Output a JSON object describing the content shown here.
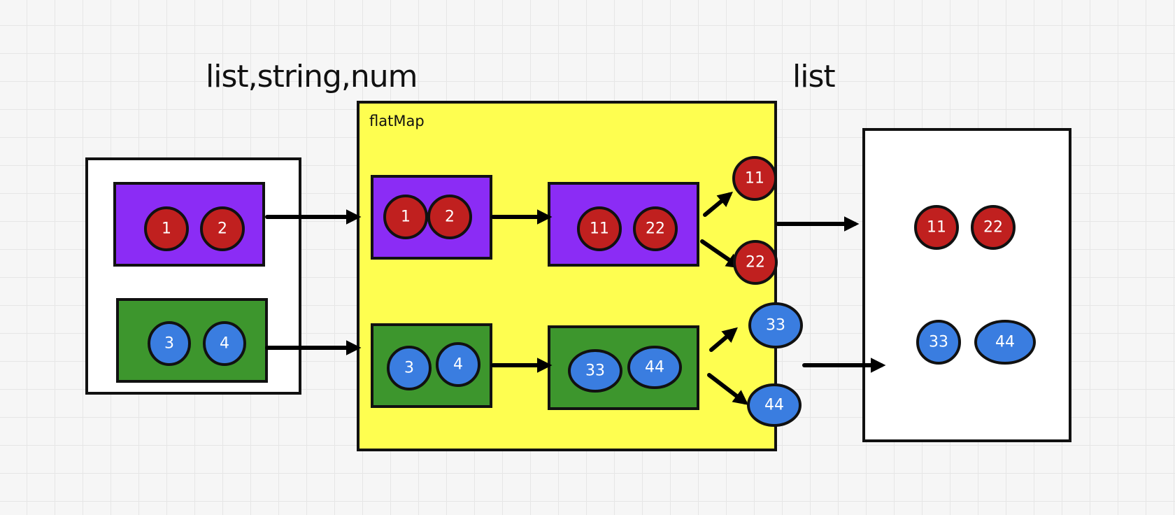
{
  "headings": {
    "input_label": "list,string,num",
    "output_label": "list"
  },
  "transform": {
    "label": "flatMap"
  },
  "input": {
    "group1": [
      "1",
      "2"
    ],
    "group2": [
      "3",
      "4"
    ]
  },
  "inner_source": {
    "group1": [
      "1",
      "2"
    ],
    "group2": [
      "3",
      "4"
    ]
  },
  "inner_mapped": {
    "group1": [
      "11",
      "22"
    ],
    "group2": [
      "33",
      "44"
    ]
  },
  "flattened": [
    "11",
    "22",
    "33",
    "44"
  ],
  "output": {
    "row1": [
      "11",
      "22"
    ],
    "row2": [
      "33",
      "44"
    ]
  },
  "colors": {
    "purple_group": "#8b2cf5",
    "green_group": "#3d962d",
    "red_item": "#c0201f",
    "blue_item": "#3a7de0",
    "flatmap_box": "#fefe50",
    "container": "#ffffff"
  }
}
